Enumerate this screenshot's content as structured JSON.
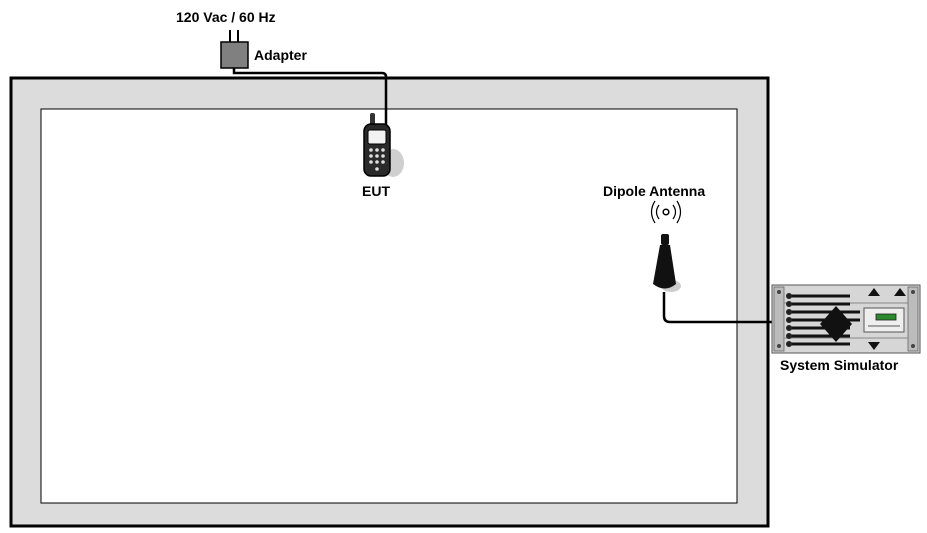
{
  "labels": {
    "power_source": "120 Vac / 60 Hz",
    "adapter": "Adapter",
    "eut": "EUT",
    "antenna": "Dipole Antenna",
    "simulator": "System Simulator"
  },
  "icons": {
    "adapter": "power-adapter-icon",
    "eut": "mobile-phone-icon",
    "antenna": "dipole-antenna-icon",
    "simulator": "system-simulator-icon"
  },
  "colors": {
    "chamber_wall": "#dcdcdc",
    "chamber_border": "#000000",
    "cable": "#000000",
    "adapter": "#808080"
  }
}
